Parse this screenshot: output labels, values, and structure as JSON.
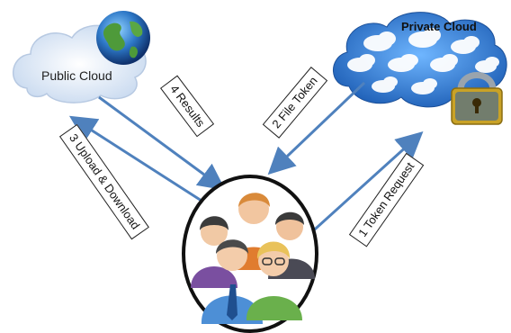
{
  "public_cloud": {
    "label": "Public Cloud"
  },
  "private_cloud": {
    "label": "Private Cloud"
  },
  "arrows": {
    "results": "4 Results",
    "file_token": "2 File Token",
    "upload_download": "3 Upload & Download",
    "token_request": "1 Token Request"
  },
  "colors": {
    "arrow": "#4f81bd",
    "public_cloud_fill": "#d8e4f4",
    "private_cloud_fill": "#2f74c8",
    "users_circle_fill": "#ffffff"
  },
  "icons": {
    "globe": "globe-icon",
    "padlock": "padlock-icon",
    "users": "users-group-icon"
  }
}
